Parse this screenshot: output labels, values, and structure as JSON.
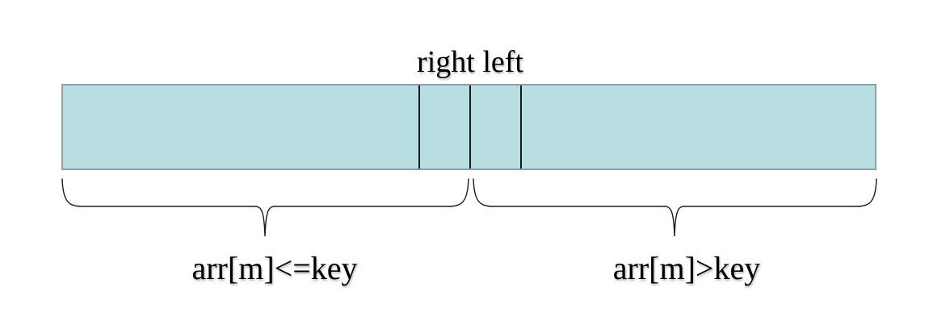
{
  "diagram": {
    "pointer_label": "right left",
    "array": {
      "cell_count": 4,
      "description": "horizontal array bar divided by 3 vertical lines into 1 wide, 2 narrow, 1 wide cells"
    },
    "braces": [
      {
        "side": "left",
        "label": "arr[m]<=key"
      },
      {
        "side": "right",
        "label": "arr[m]>key"
      }
    ]
  },
  "colors": {
    "cell_fill": "#b9dee1",
    "cell_border": "#8d9fa4",
    "line_color": "#1a1a1a",
    "text_color": "#000000",
    "background": "#ffffff"
  }
}
